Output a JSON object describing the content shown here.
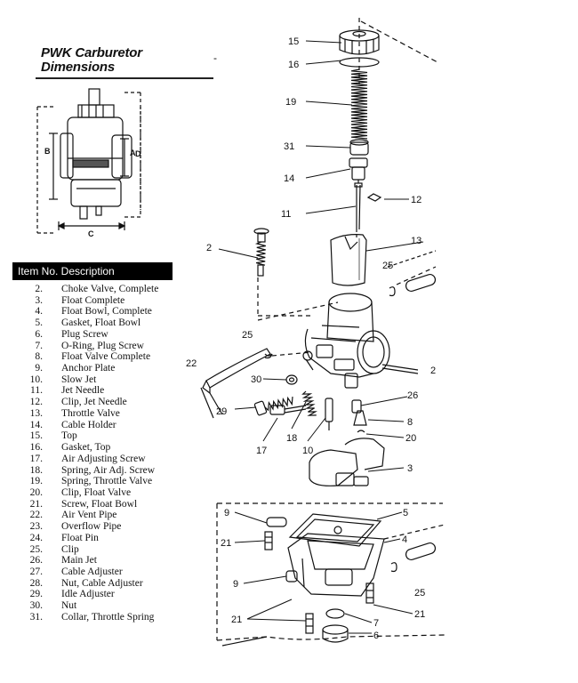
{
  "title": {
    "line1": "PWK Carburetor",
    "line2": "Dimensions"
  },
  "stray_mark": "-",
  "dimension_labels": {
    "a": "A",
    "b": "B",
    "c": "C",
    "d": "D"
  },
  "parts_table": {
    "header": "Item No. Description",
    "rows": [
      {
        "num": "2.",
        "desc": "Choke Valve, Complete"
      },
      {
        "num": "3.",
        "desc": "Float Complete"
      },
      {
        "num": "4.",
        "desc": "Float Bowl, Complete"
      },
      {
        "num": "5.",
        "desc": "Gasket, Float Bowl"
      },
      {
        "num": "6.",
        "desc": "Plug Screw"
      },
      {
        "num": "7.",
        "desc": "O-Ring, Plug Screw"
      },
      {
        "num": "8.",
        "desc": " Float Valve Complete"
      },
      {
        "num": "9.",
        "desc": "Anchor Plate"
      },
      {
        "num": "10.",
        "desc": "Slow Jet"
      },
      {
        "num": "11.",
        "desc": "Jet Needle"
      },
      {
        "num": "12.",
        "desc": "Clip, Jet Needle"
      },
      {
        "num": "13.",
        "desc": "Throttle Valve"
      },
      {
        "num": "14.",
        "desc": "Cable Holder"
      },
      {
        "num": "15.",
        "desc": "Top"
      },
      {
        "num": "16.",
        "desc": "Gasket, Top"
      },
      {
        "num": "17.",
        "desc": "Air Adjusting Screw"
      },
      {
        "num": "18.",
        "desc": "Spring, Air Adj. Screw"
      },
      {
        "num": "19.",
        "desc": "Spring, Throttle Valve"
      },
      {
        "num": "20.",
        "desc": "Clip, Float Valve"
      },
      {
        "num": "21.",
        "desc": "Screw, Float Bowl"
      },
      {
        "num": "22.",
        "desc": "Air Vent Pipe"
      },
      {
        "num": "23.",
        "desc": "Overflow Pipe"
      },
      {
        "num": "24.",
        "desc": "Float Pin"
      },
      {
        "num": "25.",
        "desc": "Clip"
      },
      {
        "num": "26.",
        "desc": "Main Jet"
      },
      {
        "num": "27.",
        "desc": "Cable Adjuster"
      },
      {
        "num": "28.",
        "desc": "Nut, Cable Adjuster"
      },
      {
        "num": "29.",
        "desc": "Idle Adjuster"
      },
      {
        "num": "30.",
        "desc": "Nut"
      },
      {
        "num": "31.",
        "desc": "Collar, Throttle Spring"
      }
    ]
  },
  "callouts": {
    "c15": "15",
    "c16": "16",
    "c19": "19",
    "c31": "31",
    "c14": "14",
    "c12": "12",
    "c11": "11",
    "c2": "2",
    "c13": "13",
    "c25a": "25",
    "c25b": "25",
    "c22": "22",
    "c30": "30",
    "c26": "26",
    "c29": "29",
    "c8": "8",
    "c17": "17",
    "c18": "18",
    "c10": "10",
    "c20": "20",
    "c3": "3",
    "c9a": "9",
    "c5": "5",
    "c21a": "21",
    "c4": "4",
    "c9b": "9",
    "c25c": "25",
    "c21b": "21",
    "c21c": "21",
    "c7": "7",
    "c6": "6",
    "c2edge": "2"
  }
}
